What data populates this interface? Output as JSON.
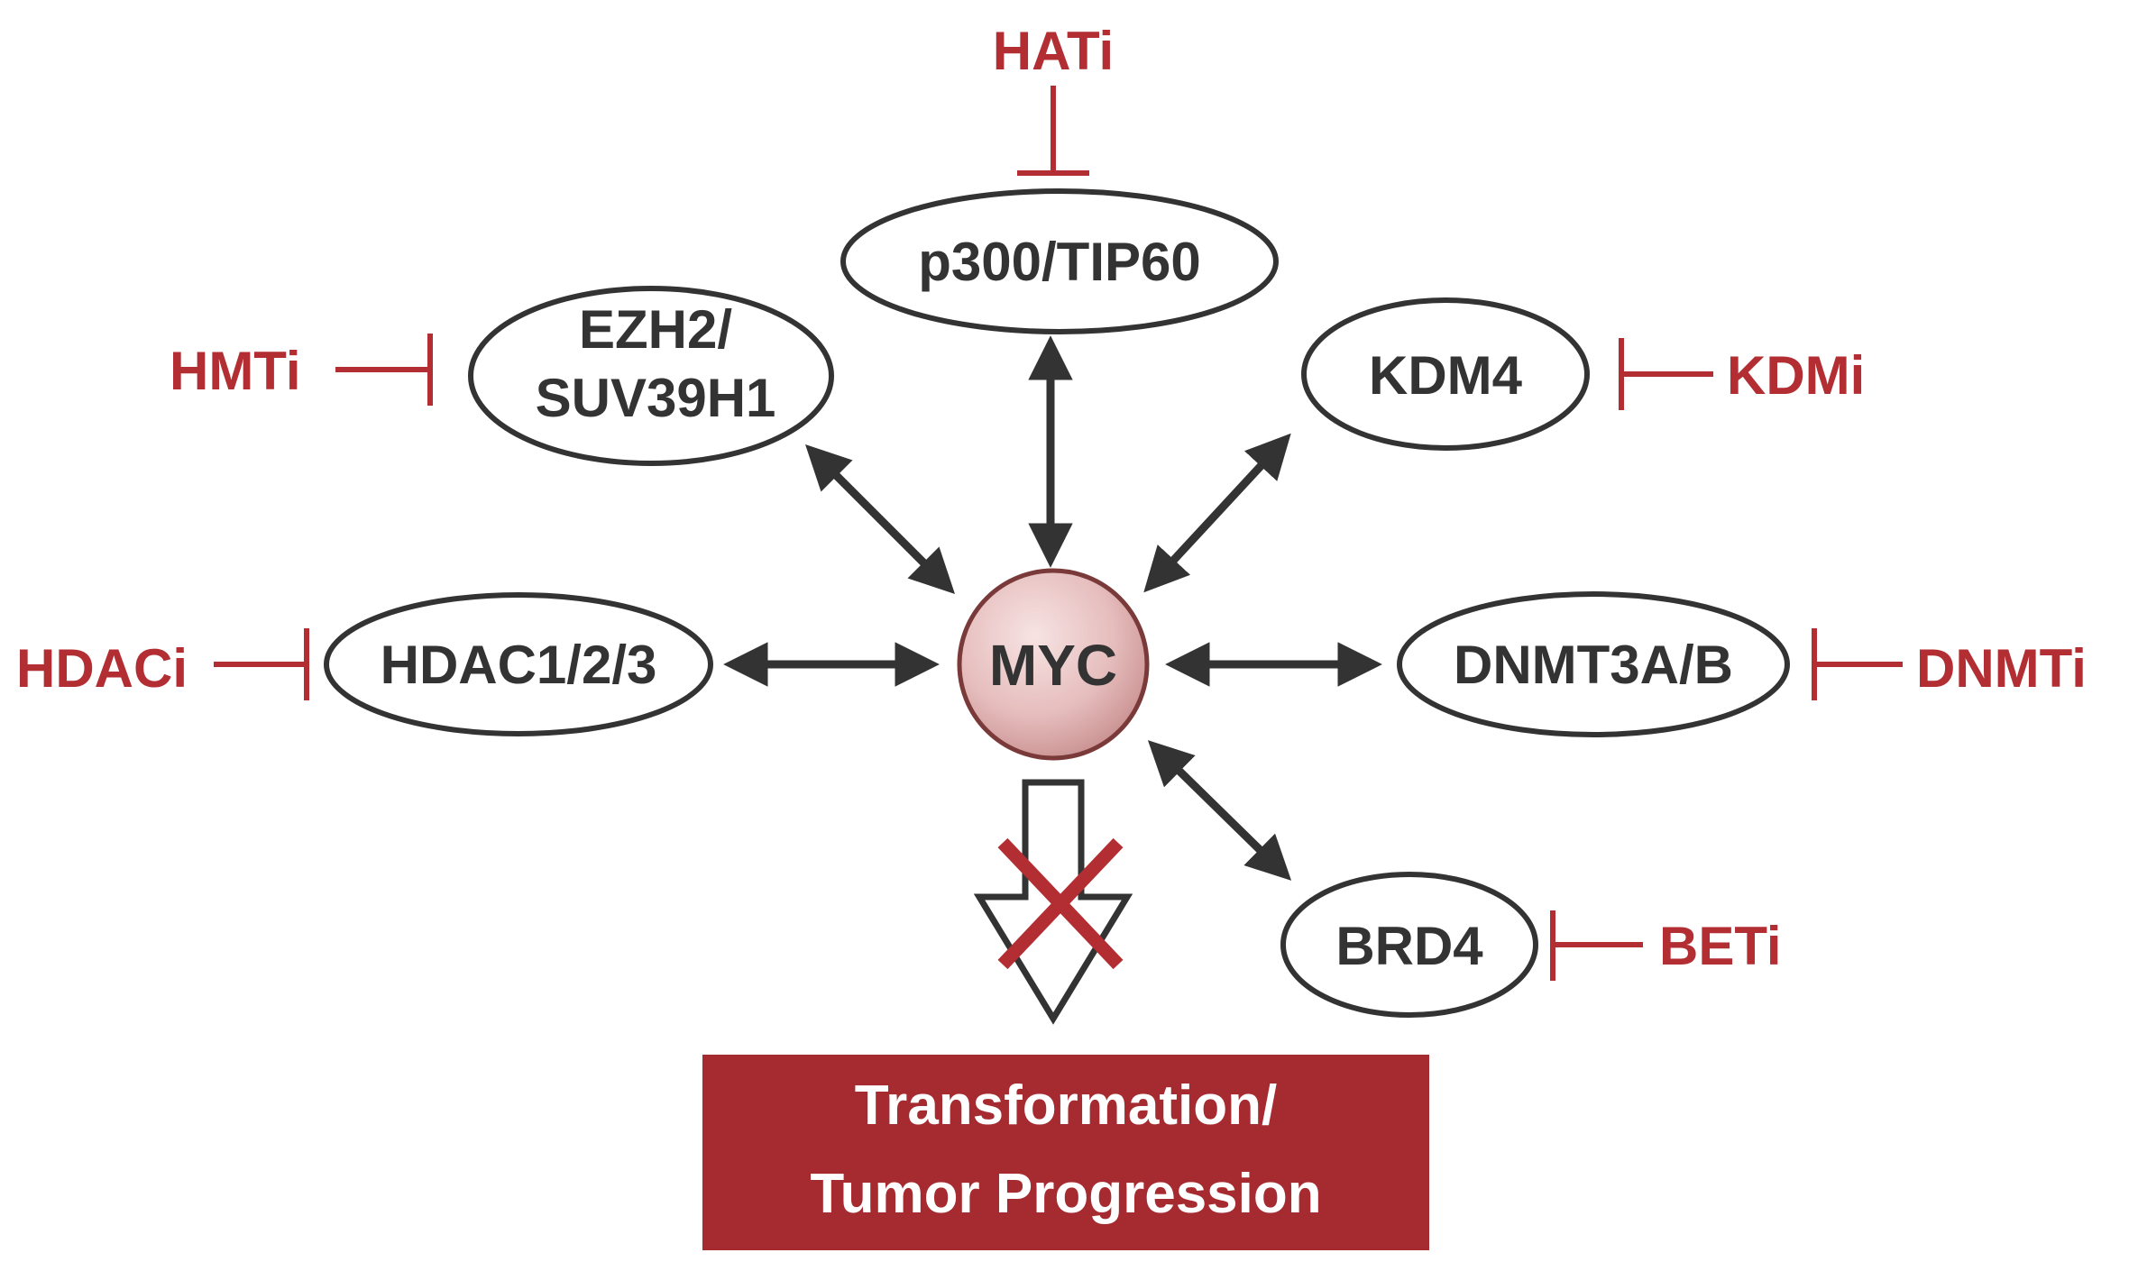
{
  "colors": {
    "inhibitor": "#B22E33",
    "outcome_box": "#A62B30",
    "node_stroke": "#333333",
    "arrow": "#333333",
    "myc_fill": "#E9C4C4",
    "myc_stroke": "#7A3A3A",
    "cross": "#B22E33"
  },
  "center": {
    "label": "MYC"
  },
  "partners": {
    "p300": {
      "line1": "p300/TIP60",
      "inhibitor": "HATi"
    },
    "ezh2": {
      "line1": "EZH2/",
      "line2": "SUV39H1",
      "inhibitor": "HMTi"
    },
    "kdm4": {
      "line1": "KDM4",
      "inhibitor": "KDMi"
    },
    "hdac": {
      "line1": "HDAC1/2/3",
      "inhibitor": "HDACi"
    },
    "dnmt": {
      "line1": "DNMT3A/B",
      "inhibitor": "DNMTi"
    },
    "brd4": {
      "line1": "BRD4",
      "inhibitor": "BETi"
    }
  },
  "outcome": {
    "line1": "Transformation/",
    "line2": "Tumor Progression"
  },
  "icons": {
    "arrows": "double-headed-arrow",
    "inhibition": "t-bar-inhibition",
    "blocked_output": "crossed-down-arrow"
  }
}
